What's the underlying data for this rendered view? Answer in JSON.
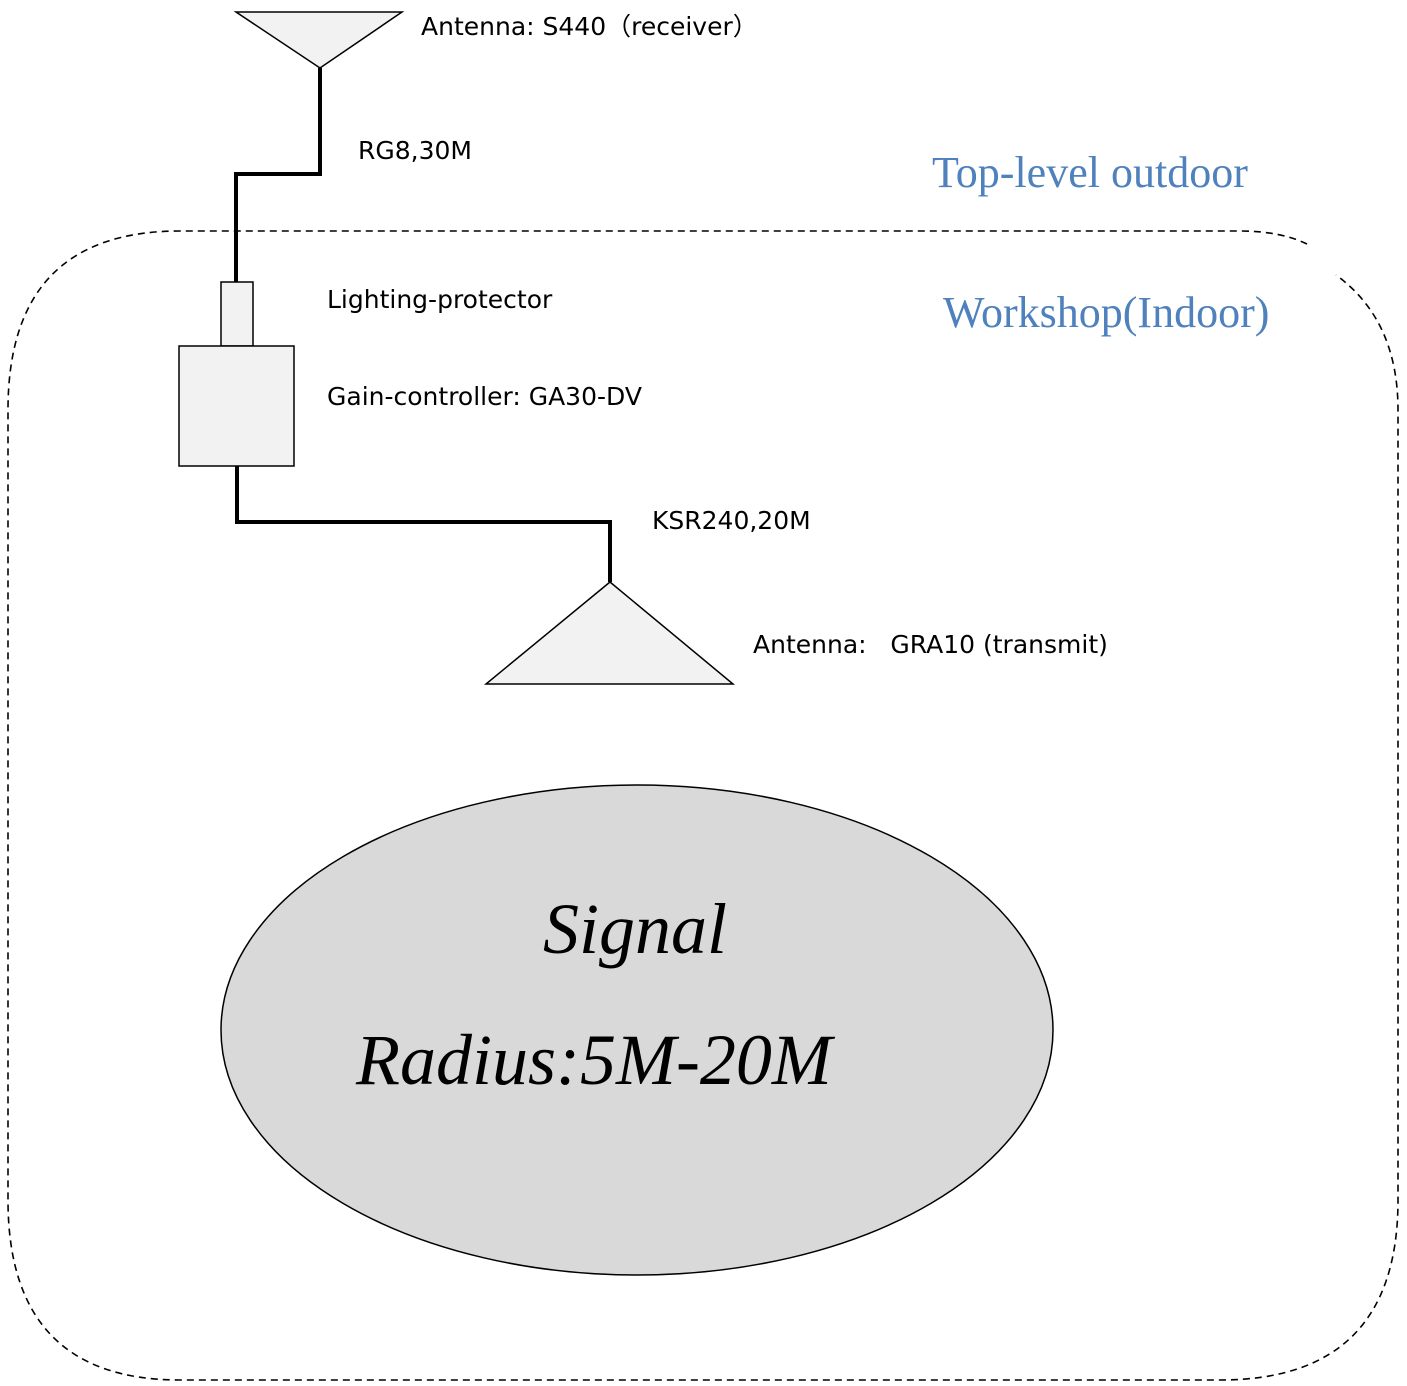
{
  "labels": {
    "receiver_antenna": "Antenna: S440（receiver）",
    "cable_top": "RG8,30M",
    "lightning_protector": "Lighting-protector",
    "gain_controller": "Gain-controller: GA30-DV",
    "cable_bottom": "KSR240,20M",
    "transmit_antenna": "Antenna:   GRA10 (transmit)"
  },
  "zones": {
    "outdoor": "Top-level outdoor",
    "indoor": "Workshop(Indoor)"
  },
  "signal_area": {
    "line1": "Signal",
    "line2": "Radius:5M-20M"
  },
  "colors": {
    "zone_text": "#4f81bd",
    "signal_fill": "#d9d9d9",
    "component_fill": "#f2f2f2",
    "line": "#000000"
  }
}
